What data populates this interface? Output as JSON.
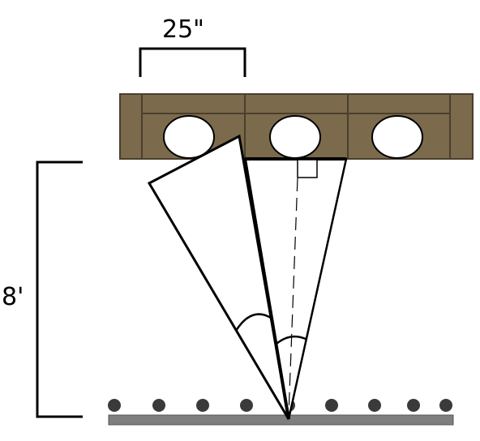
{
  "labels": {
    "width_dimension": "25\"",
    "height_dimension": "8'"
  },
  "colors": {
    "shelf_fill": "#7b6a4c",
    "shelf_stroke": "#4a3f2d",
    "hole_fill": "#ffffff",
    "line": "#000000",
    "floor_bar": "#7f7f7f",
    "dot": "#3a3a3a"
  },
  "counts": {
    "shelf_holes": 3,
    "floor_dots": 9
  }
}
